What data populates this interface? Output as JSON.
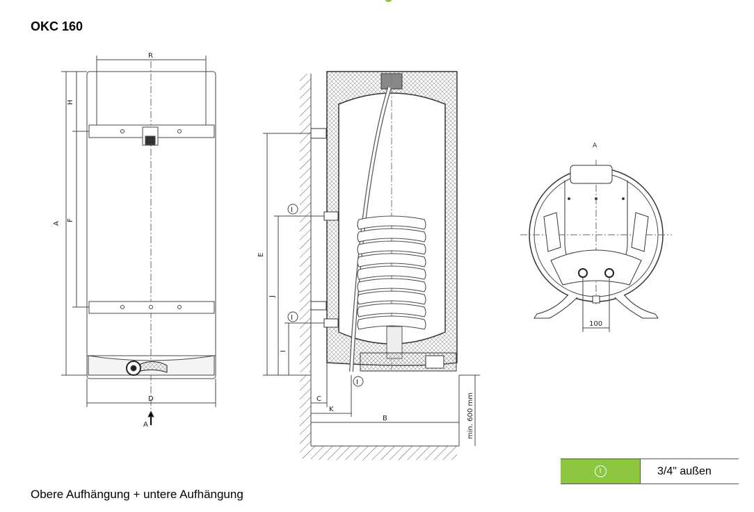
{
  "title": "OKC 160",
  "caption": "Obere Aufhängung + untere Aufhängung",
  "accent_color": "#8dc63f",
  "front_view": {
    "dim_top": "R",
    "dim_bottom": "D",
    "dim_left_outer": "A",
    "dim_left_h": "H",
    "dim_left_f": "F",
    "view_arrow_label": "A"
  },
  "side_view": {
    "dim_e": "E",
    "dim_j": "J",
    "dim_i": "I",
    "dim_c": "C",
    "dim_k": "K",
    "dim_b": "B",
    "floor_clearance": "min. 600 mm",
    "connection_marker": "I"
  },
  "top_view": {
    "label": "A",
    "bracket_spacing": "100"
  },
  "legend": {
    "symbol": "I",
    "value": "3/4\" außen"
  }
}
